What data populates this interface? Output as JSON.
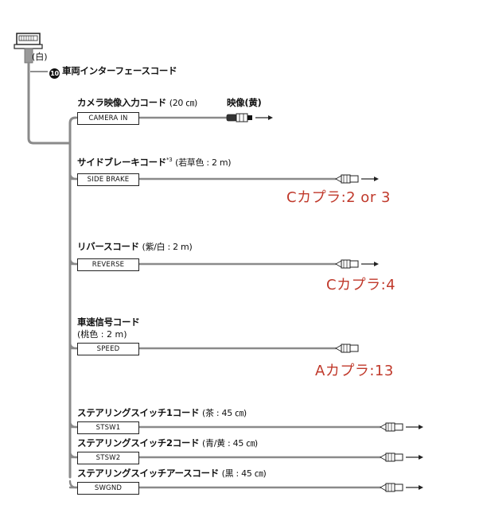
{
  "harness": {
    "connector_color": "(白)",
    "marker": "10",
    "cord_name": "車両インターフェースコード"
  },
  "cables": [
    {
      "title": "カメラ映像入力コード",
      "spec": "(20 ㎝)",
      "box": "CAMERA IN",
      "terminal_label": "映像(黄)"
    },
    {
      "title": "サイドブレーキコード",
      "footnote": "*3",
      "spec": "(若草色 : 2 m)",
      "box": "SIDE BRAKE",
      "annotation": "Cカプラ:2 or 3"
    },
    {
      "title": "リバースコード",
      "spec": "(紫/白 : 2 m)",
      "box": "REVERSE",
      "annotation": "Cカプラ:4"
    },
    {
      "title": "車速信号コード",
      "spec": "(桃色 : 2 m)",
      "box": "SPEED",
      "annotation": "Aカプラ:13"
    },
    {
      "title": "ステアリングスイッチ1コード",
      "spec": "(茶 : 45 ㎝)",
      "box": "STSW1"
    },
    {
      "title": "ステアリングスイッチ2コード",
      "spec": "(青/黄 : 45 ㎝)",
      "box": "STSW2"
    },
    {
      "title": "ステアリングスイッチアースコード",
      "spec": "(黒 : 45 ㎝)",
      "box": "SWGND"
    }
  ],
  "colors": {
    "cable": "#8a8a8a",
    "annotation": "#c0392b",
    "line": "#222222"
  }
}
